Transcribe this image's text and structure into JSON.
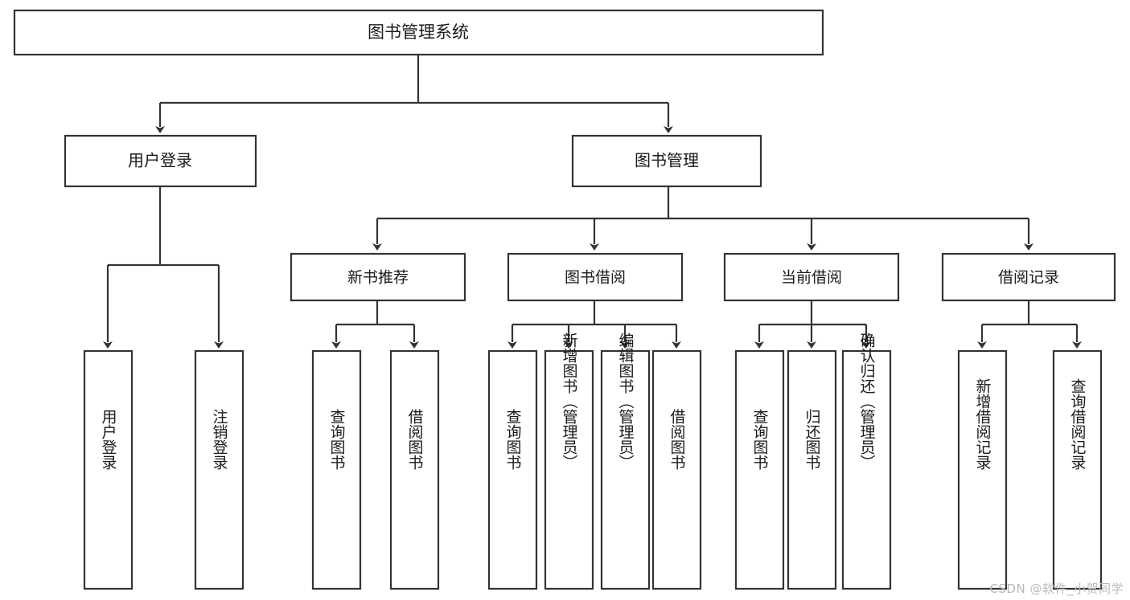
{
  "diagram": {
    "title": "图书管理系统",
    "watermark": "CSDN @软件_小贺同学",
    "colors": {
      "stroke": "#333333",
      "fill": "#ffffff",
      "text": "#1a1a1a",
      "watermark": "#b9b9b9"
    },
    "root": {
      "label": "图书管理系统"
    },
    "level2": [
      {
        "label": "用户登录"
      },
      {
        "label": "图书管理"
      }
    ],
    "level3": [
      {
        "label": "新书推荐"
      },
      {
        "label": "图书借阅"
      },
      {
        "label": "当前借阅"
      },
      {
        "label": "借阅记录"
      }
    ],
    "leaves": {
      "user_login": [
        {
          "label": "用户登录"
        },
        {
          "label": "注销登录"
        }
      ],
      "new_book_recommend": [
        {
          "label": "查询图书"
        },
        {
          "label": "借阅图书"
        }
      ],
      "book_borrow": [
        {
          "label": "查询图书"
        },
        {
          "label": "新增图书（管理员）"
        },
        {
          "label": "编辑图书（管理员）"
        },
        {
          "label": "借阅图书"
        }
      ],
      "current_borrow": [
        {
          "label": "查询图书"
        },
        {
          "label": "归还图书"
        },
        {
          "label": "确认归还（管理员）"
        }
      ],
      "borrow_record": [
        {
          "label": "新增借阅记录"
        },
        {
          "label": "查询借阅记录"
        }
      ]
    }
  }
}
